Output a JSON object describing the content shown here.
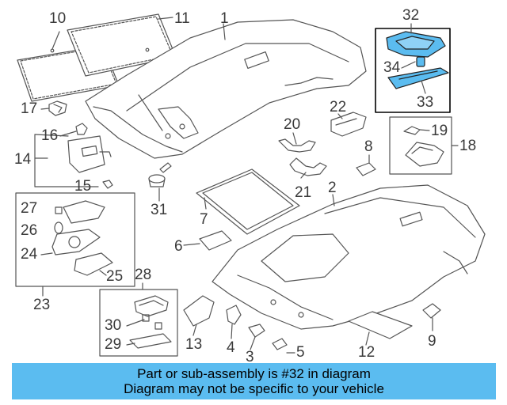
{
  "labels": {
    "n1": "1",
    "n2": "2",
    "n3": "3",
    "n4": "4",
    "n5": "5",
    "n6": "6",
    "n7": "7",
    "n8": "8",
    "n9": "9",
    "n10": "10",
    "n11": "11",
    "n12": "12",
    "n13": "13",
    "n14": "14",
    "n15": "15",
    "n16": "16",
    "n17": "17",
    "n18": "18",
    "n19": "19",
    "n20": "20",
    "n21": "21",
    "n22": "22",
    "n23": "23",
    "n24": "24",
    "n25": "25",
    "n26": "26",
    "n27": "27",
    "n28": "28",
    "n29": "29",
    "n30": "30",
    "n31": "31",
    "n32": "32",
    "n33": "33",
    "n34": "34"
  },
  "banner": {
    "line1": "Part or sub-assembly is #32 in diagram",
    "line2": "Diagram may not be specific to your vehicle"
  },
  "colors": {
    "highlight": "#5bbcf0",
    "line": "#555555",
    "text": "#3a3a3a"
  }
}
